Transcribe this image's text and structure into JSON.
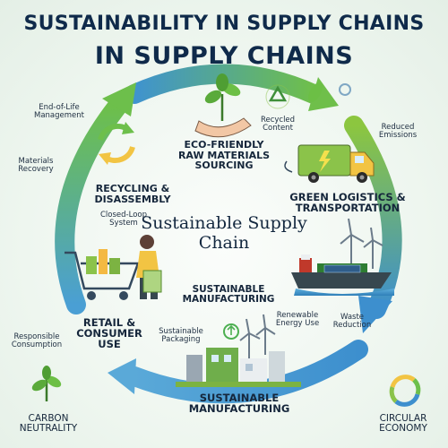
{
  "title": {
    "line1": "SUSTAINABILITY IN SUPPLY CHAINS",
    "line2": "IN SUPPLY CHAINS"
  },
  "center_label": "Sustainable Supply Chain",
  "stages": {
    "raw_materials": "ECO-FRIENDLY RAW MATERIALS SOURCING",
    "logistics": "GREEN LOGISTICS & TRANSPORTATION",
    "manufacturing_mid": "SUSTAINABLE MANUFACTURING",
    "manufacturing_bottom": "SUSTAINABLE MANUFACTURING",
    "retail": "RETAIL & CONSUMER USE",
    "recycling": "RECYCLING & DISASSEMBLY"
  },
  "notes": {
    "end_of_life": "End-of-Life Management",
    "materials_recovery": "Materials Recovery",
    "closed_loop": "Closed-Loop System",
    "recycled_content": "Recycled Content",
    "reduced_emissions": "Reduced Emissions",
    "renewable_energy": "Renewable Energy Use",
    "waste_reduction": "Waste Reduction",
    "sustainable_packaging": "Sustainable Packaging",
    "responsible_consumption": "Responsible Consumption"
  },
  "corners": {
    "carbon_neutrality": "CARBON NEUTRALITY",
    "circular_economy": "CIRCULAR ECONOMY"
  },
  "colors": {
    "title": "#0f2a4a",
    "arrow_green": "#7dc242",
    "arrow_blue": "#3a8fc9",
    "leaf_green": "#4caf50",
    "truck_green": "#8bc34a"
  },
  "icons": [
    "plant-hand-icon",
    "recycle-icon",
    "truck-icon",
    "ship-icon",
    "wind-turbine-icon",
    "solar-panel-icon",
    "factory-icon",
    "shopping-cart-icon",
    "shopper-icon",
    "sprout-icon",
    "circular-economy-icon",
    "leaf-icon",
    "gear-icon"
  ]
}
